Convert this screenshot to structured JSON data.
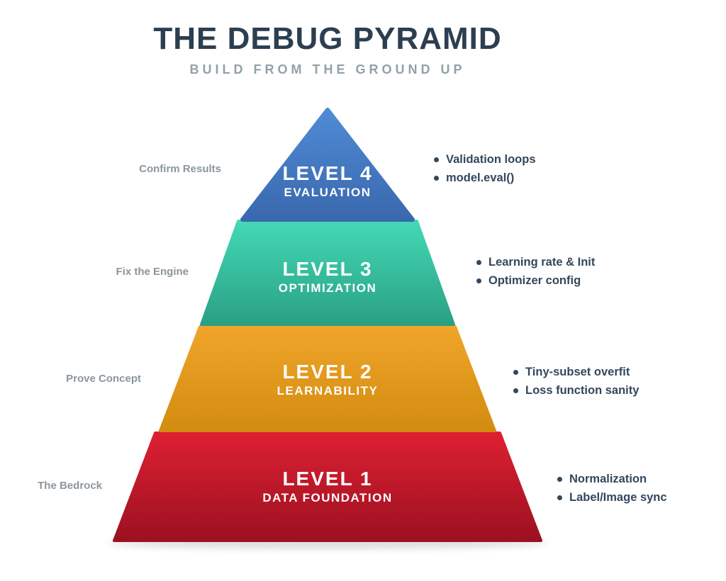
{
  "header": {
    "title": "THE DEBUG PYRAMID",
    "subtitle": "BUILD FROM THE GROUND UP",
    "title_color": "#2c3e50",
    "subtitle_color": "#93a1a8"
  },
  "diagram": {
    "type": "pyramid",
    "bullet_color": "#33475c",
    "side_label_color": "#8b969c",
    "levels": [
      {
        "level": "LEVEL 4",
        "name": "EVALUATION",
        "side_label": "Confirm Results",
        "bullets": [
          "Validation loops",
          "model.eval()"
        ],
        "color_top": "#4f8bd5",
        "color_bottom": "#3a68ae"
      },
      {
        "level": "LEVEL 3",
        "name": "OPTIMIZATION",
        "side_label": "Fix the Engine",
        "bullets": [
          "Learning rate & Init",
          "Optimizer config"
        ],
        "color_top": "#43d9b5",
        "color_bottom": "#2aa084"
      },
      {
        "level": "LEVEL 2",
        "name": "LEARNABILITY",
        "side_label": "Prove Concept",
        "bullets": [
          "Tiny-subset overfit",
          "Loss function sanity"
        ],
        "color_top": "#f0a52a",
        "color_bottom": "#d28c10"
      },
      {
        "level": "LEVEL 1",
        "name": "DATA FOUNDATION",
        "side_label": "The Bedrock",
        "bullets": [
          "Normalization",
          "Label/Image sync"
        ],
        "color_top": "#dd2032",
        "color_bottom": "#9c1120"
      }
    ]
  }
}
